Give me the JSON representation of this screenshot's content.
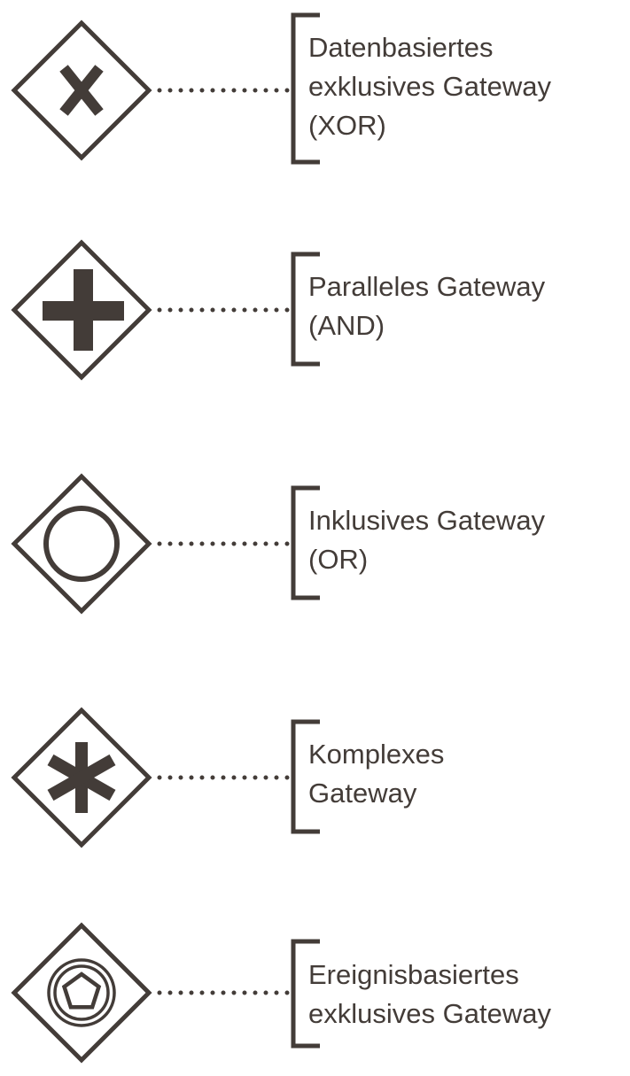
{
  "colors": {
    "stroke": "#433c38",
    "text": "#433c38",
    "background": "#ffffff"
  },
  "gateways": [
    {
      "name": "exclusive-gateway",
      "icon": "x-marker-icon",
      "label_lines": [
        "Datenbasiertes",
        "exklusives Gateway",
        "(XOR)"
      ]
    },
    {
      "name": "parallel-gateway",
      "icon": "plus-marker-icon",
      "label_lines": [
        "Paralleles Gateway",
        "(AND)"
      ]
    },
    {
      "name": "inclusive-gateway",
      "icon": "circle-marker-icon",
      "label_lines": [
        "Inklusives Gateway",
        "(OR)"
      ]
    },
    {
      "name": "complex-gateway",
      "icon": "asterisk-marker-icon",
      "label_lines": [
        "Komplexes",
        "Gateway"
      ]
    },
    {
      "name": "event-based-gateway",
      "icon": "pentagon-marker-icon",
      "label_lines": [
        "Ereignisbasiertes",
        "exklusives Gateway"
      ]
    }
  ]
}
